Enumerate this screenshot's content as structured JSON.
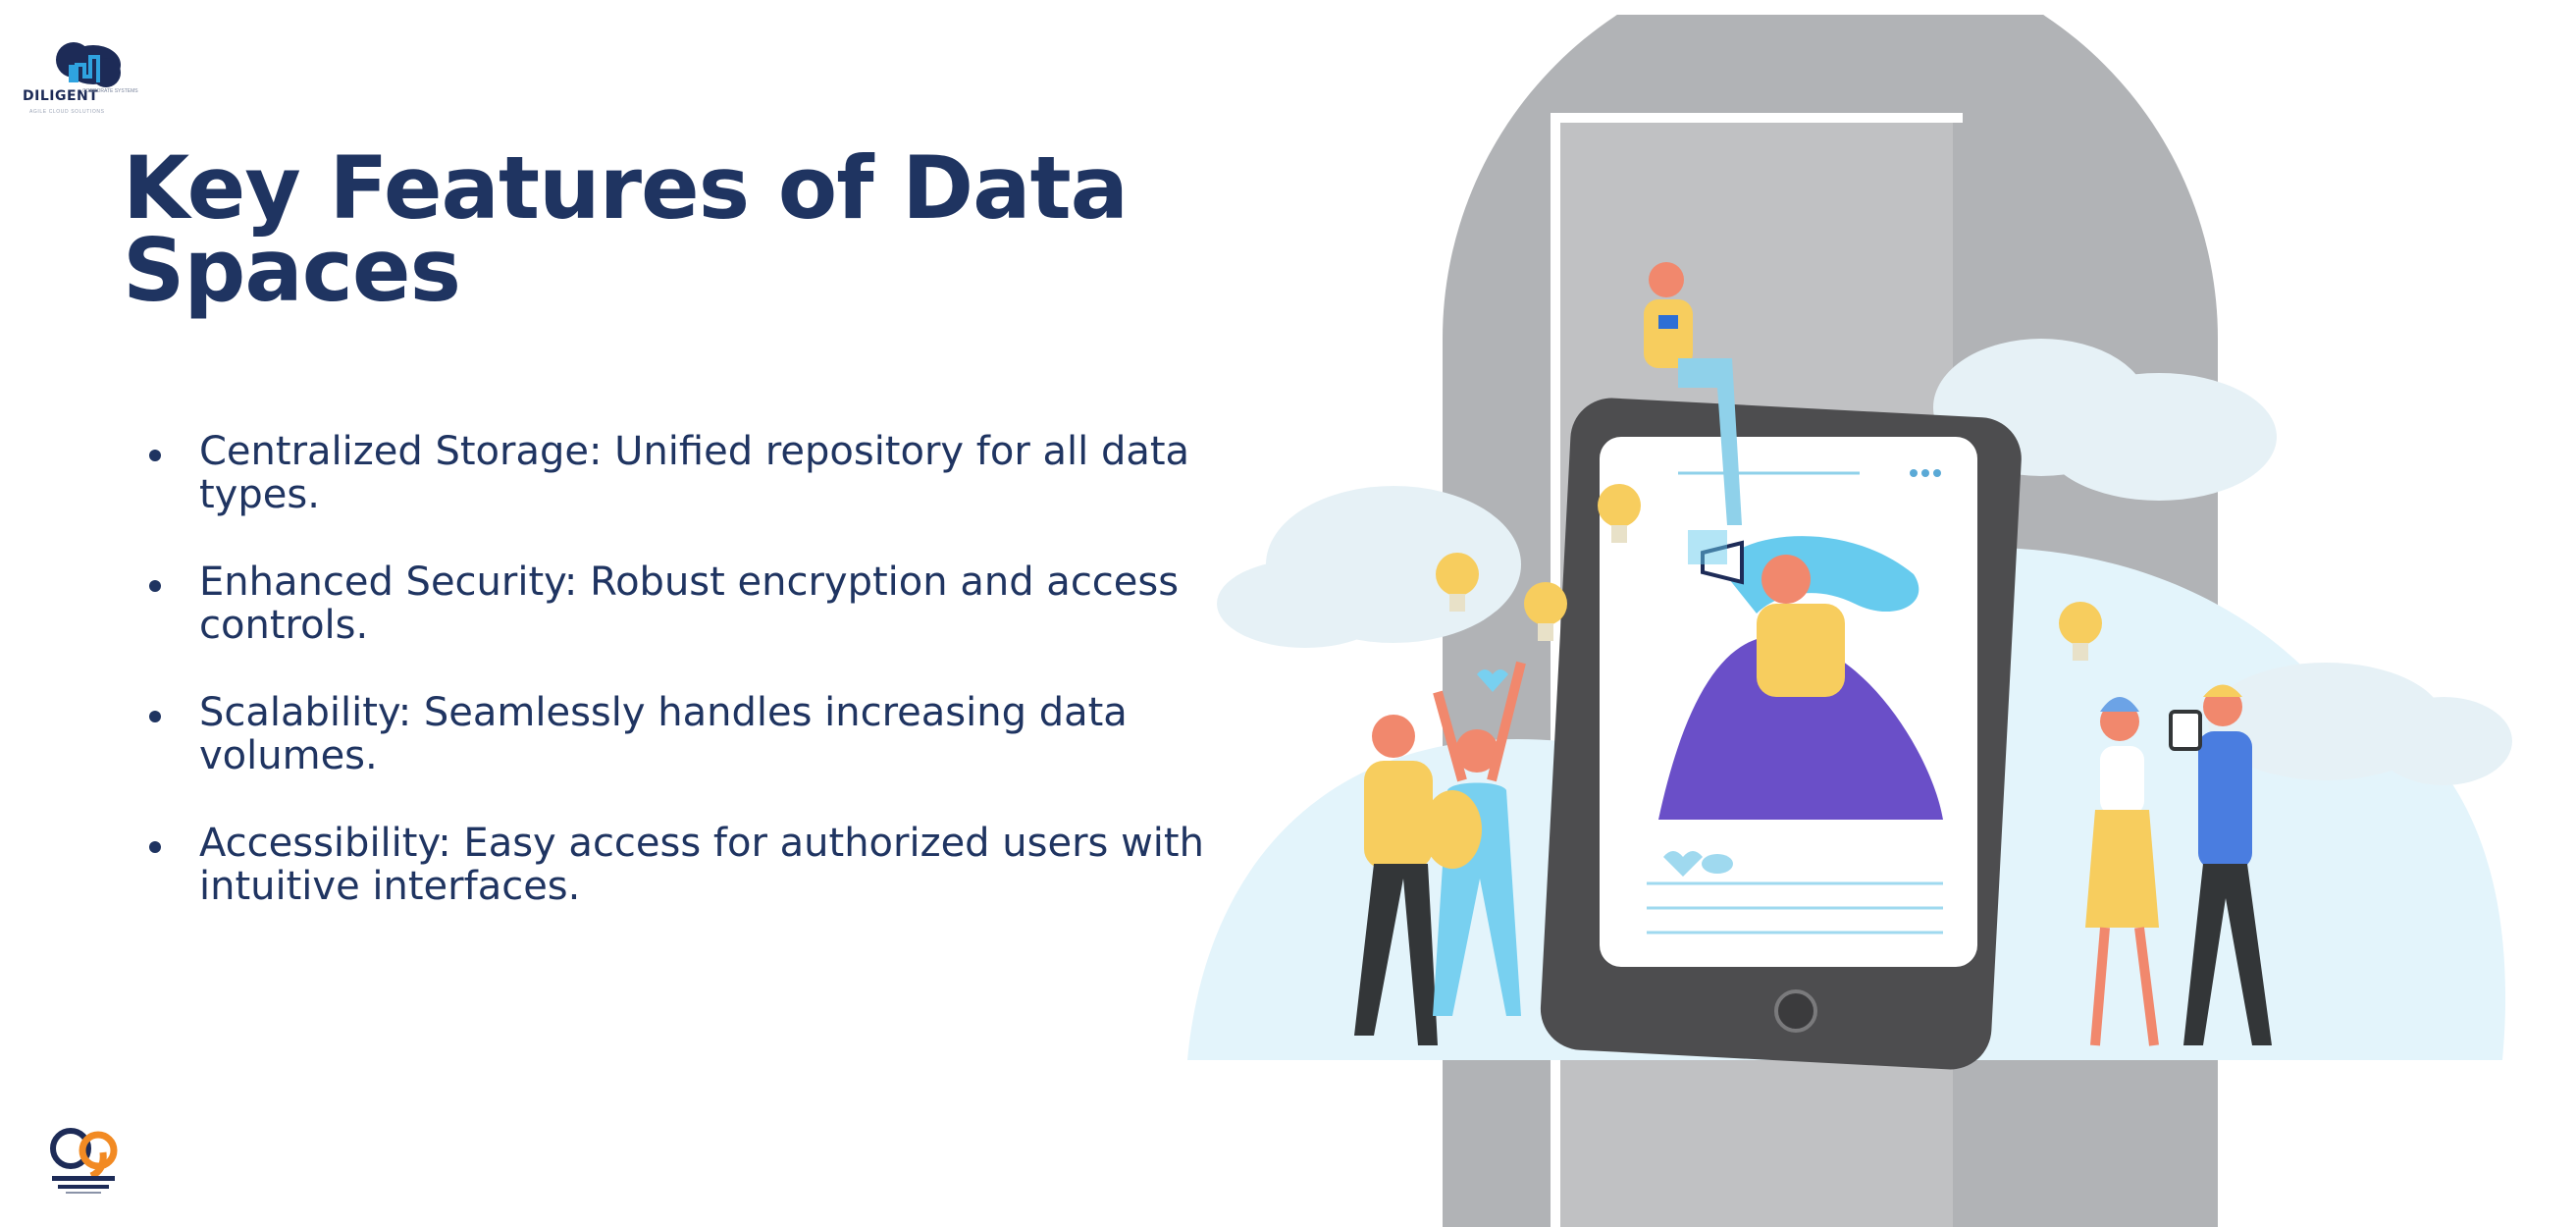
{
  "brand": {
    "name": "DILIGENT",
    "subtitle": "CORPORATE SYSTEMS",
    "tagline": "AGILE CLOUD SOLUTIONS",
    "logo_icon": "cloud-logo-icon",
    "badge_icon": "anniversary-badge-icon",
    "primary_color": "#1f3461"
  },
  "slide": {
    "title": "Key Features of Data Spaces",
    "features": [
      "Centralized Storage: Unified repository for all data types.",
      "Enhanced Security: Robust encryption and access controls.",
      "Scalability: Seamlessly handles increasing data volumes.",
      "Accessibility: Easy access for authorized users with intuitive interfaces."
    ]
  },
  "illustration": {
    "icon": "team-smartphone-illustration",
    "colors": {
      "arch": "#b1b3b6",
      "phone": "#4d4d4f",
      "sky": "#e3f4fb",
      "accent_purple": "#6a4fc8",
      "accent_yellow": "#f7cd5e"
    }
  }
}
